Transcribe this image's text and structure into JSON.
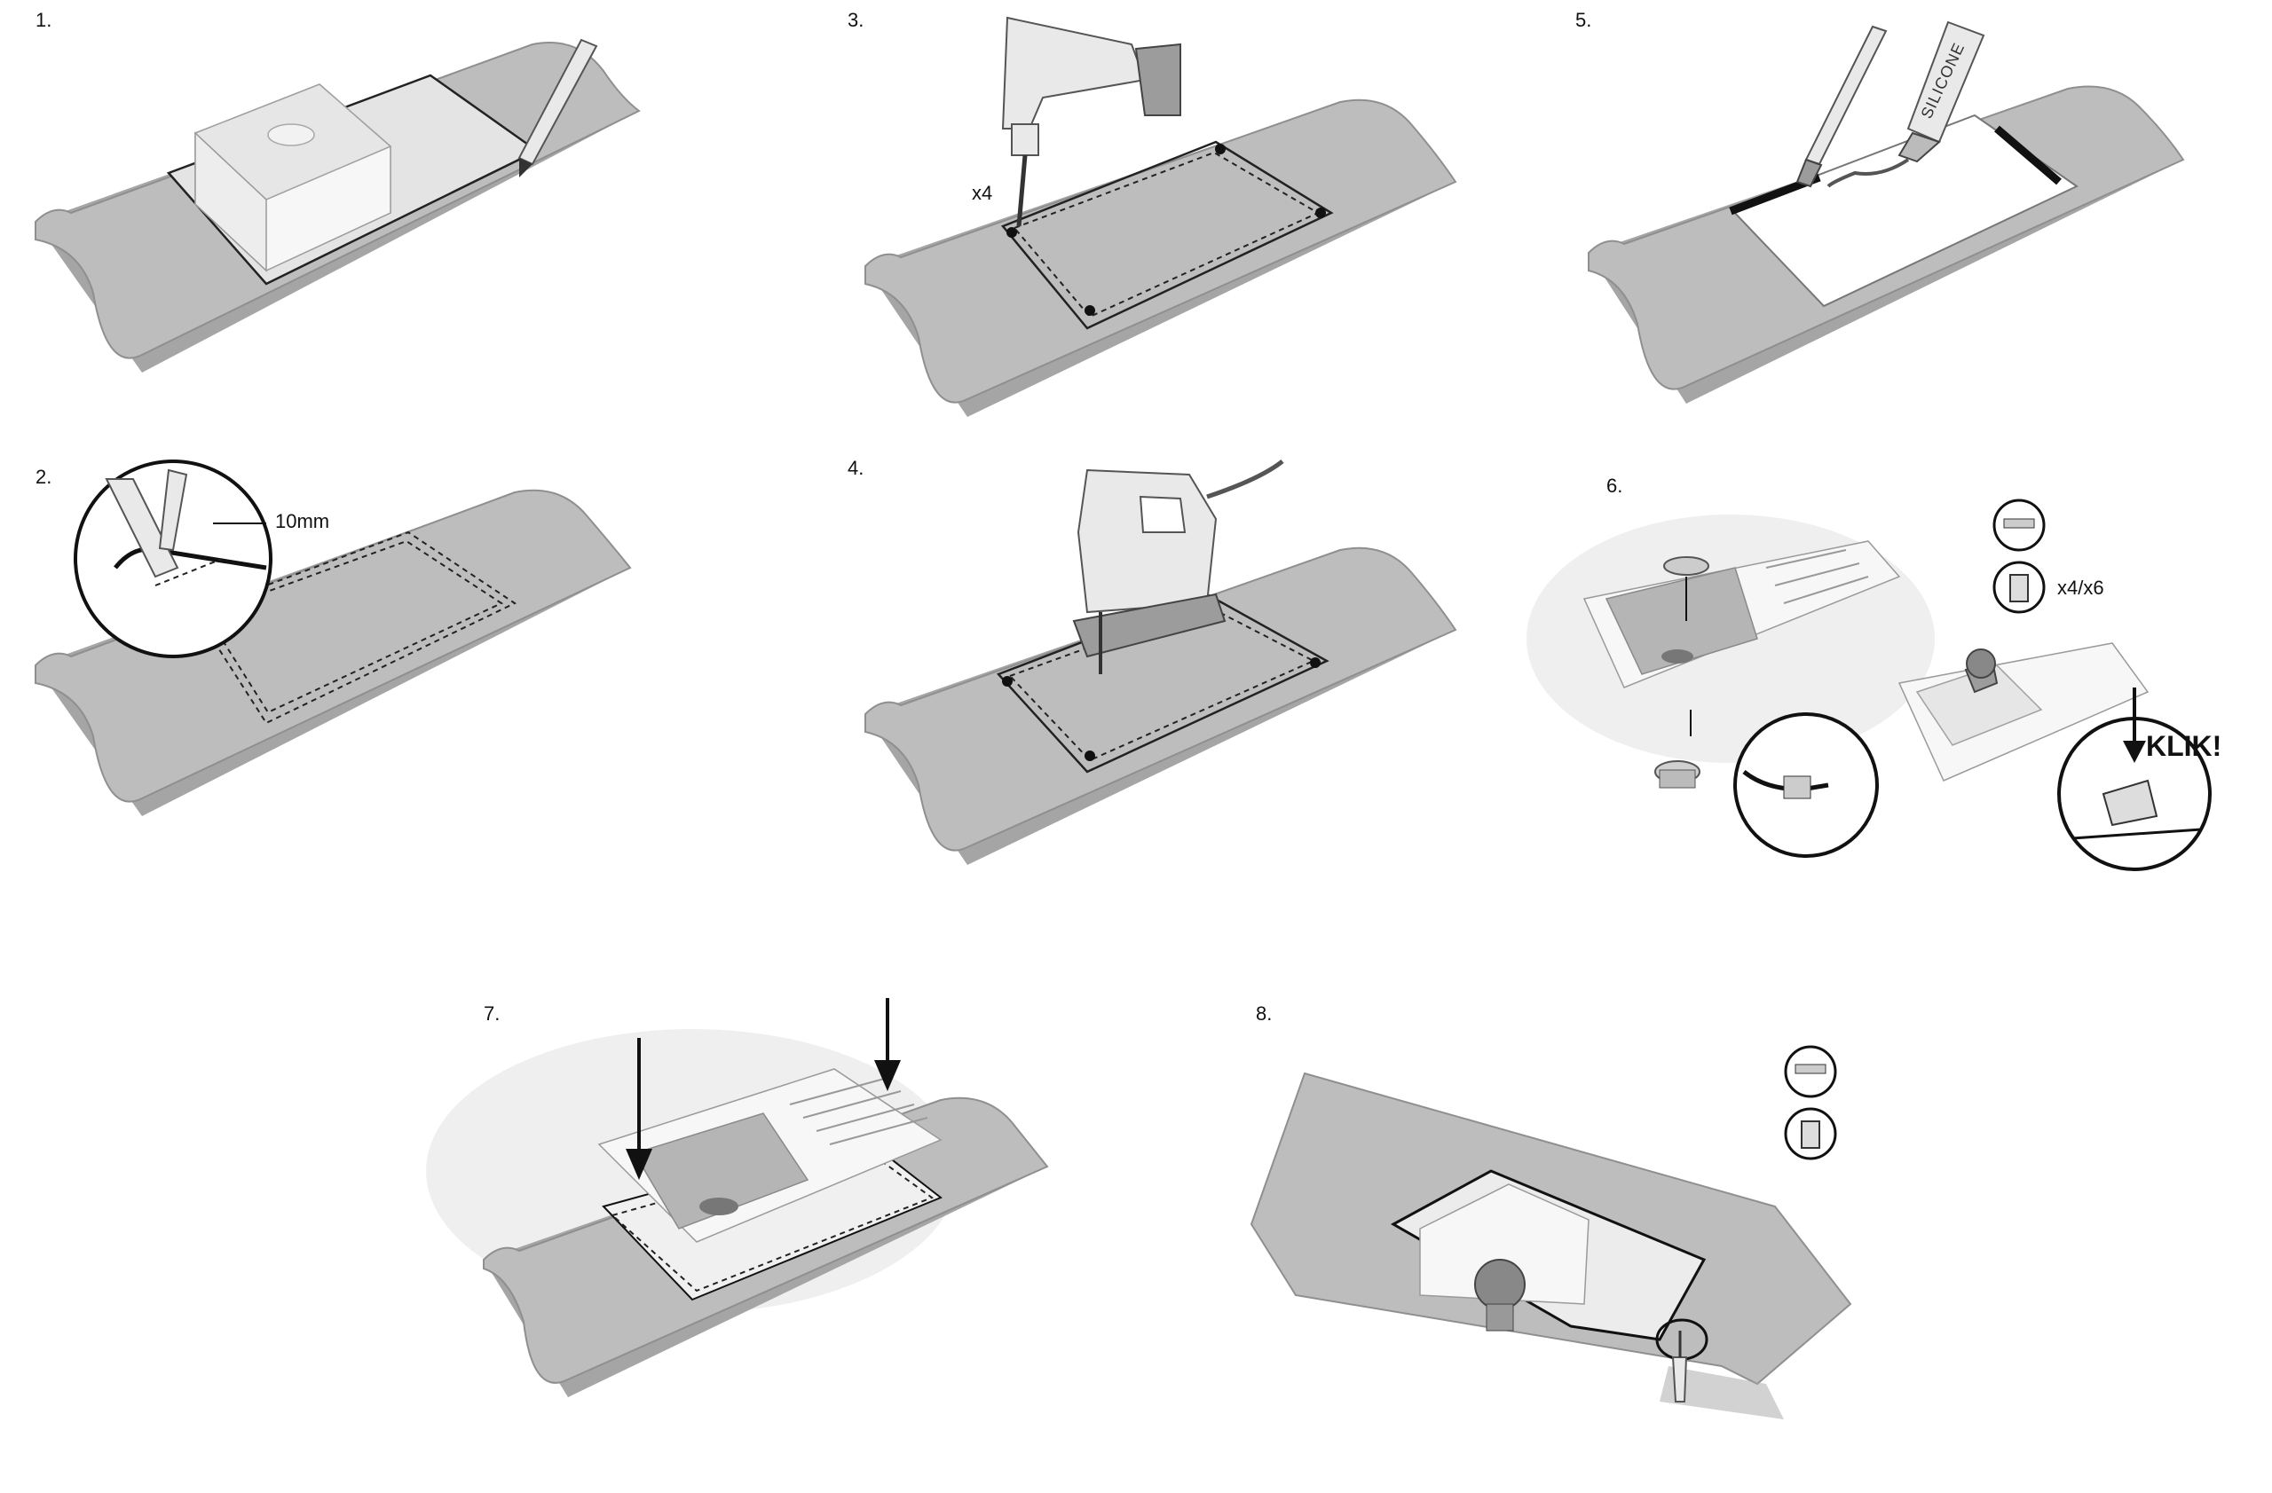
{
  "steps": [
    {
      "label": "1."
    },
    {
      "label": "2.",
      "measure": "10mm"
    },
    {
      "label": "3.",
      "count": "x4"
    },
    {
      "label": "4."
    },
    {
      "label": "5.",
      "tube_text": "SILICONE"
    },
    {
      "label": "6.",
      "clip_count": "x4/x6",
      "click_text": "KLIK!"
    },
    {
      "label": "7."
    },
    {
      "label": "8."
    }
  ],
  "colors": {
    "board": "#bdbdbd",
    "board_edge": "#a5a5a5",
    "ink": "#111111",
    "sink": "#f7f7f7",
    "basin": "#b5b5b5"
  }
}
